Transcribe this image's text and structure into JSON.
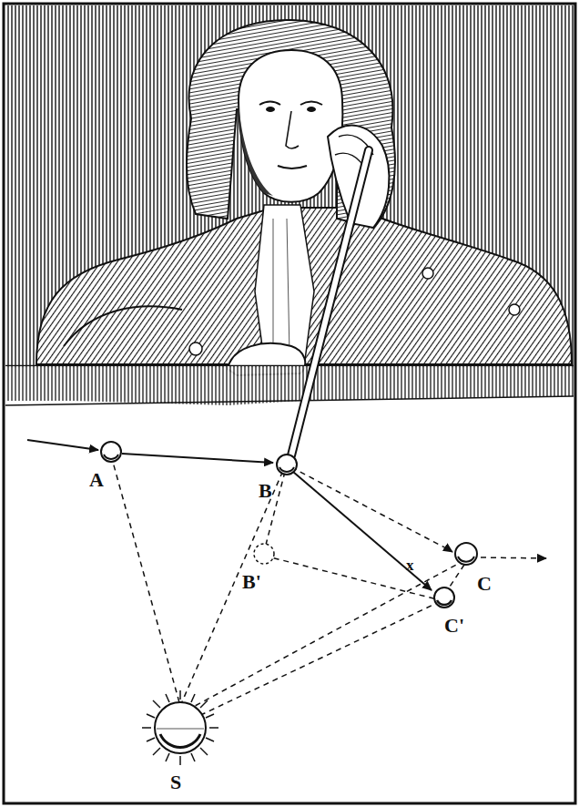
{
  "diagram": {
    "labels": [
      "A",
      "B",
      "B'",
      "x",
      "C",
      "C'",
      "S"
    ]
  }
}
